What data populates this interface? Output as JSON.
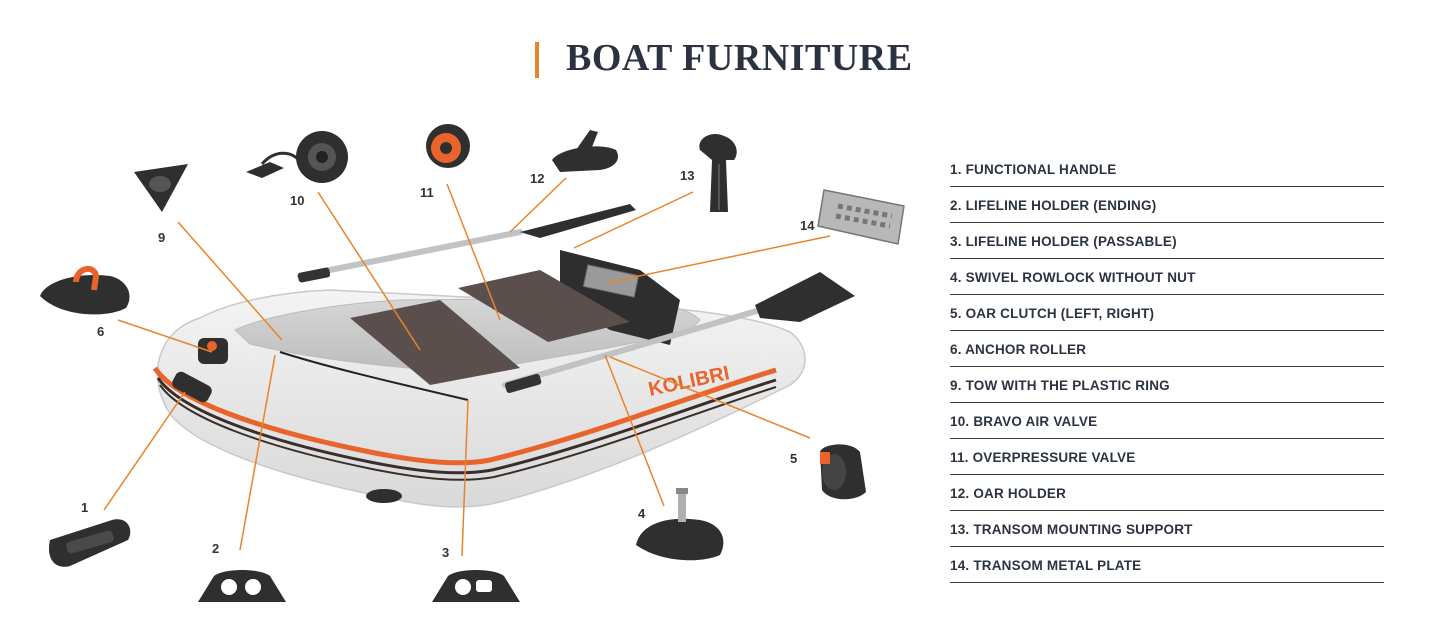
{
  "page": {
    "title": "BOAT FURNITURE",
    "accent_color": "#e8842a",
    "text_color": "#2b3341"
  },
  "brand": "KOLIBRI",
  "callouts": [
    {
      "label": "1",
      "icon": "functional-handle-icon"
    },
    {
      "label": "2",
      "icon": "lifeline-holder-ending-icon"
    },
    {
      "label": "3",
      "icon": "lifeline-holder-passable-icon"
    },
    {
      "label": "4",
      "icon": "swivel-rowlock-icon"
    },
    {
      "label": "5",
      "icon": "oar-clutch-icon"
    },
    {
      "label": "6",
      "icon": "anchor-roller-icon"
    },
    {
      "label": "9",
      "icon": "tow-plastic-ring-icon"
    },
    {
      "label": "10",
      "icon": "bravo-air-valve-icon"
    },
    {
      "label": "11",
      "icon": "overpressure-valve-icon"
    },
    {
      "label": "12",
      "icon": "oar-holder-icon"
    },
    {
      "label": "13",
      "icon": "transom-mounting-support-icon"
    },
    {
      "label": "14",
      "icon": "transom-metal-plate-icon"
    }
  ],
  "legend": [
    "1. FUNCTIONAL HANDLE",
    "2. LIFELINE HOLDER (ENDING)",
    "3. LIFELINE HOLDER (PASSABLE)",
    "4. SWIVEL ROWLOCK WITHOUT NUT",
    "5. OAR CLUTCH (LEFT, RIGHT)",
    "6. ANCHOR ROLLER",
    "9. TOW WITH THE PLASTIC RING",
    "10. BRAVO AIR VALVE",
    "11. OVERPRESSURE VALVE",
    "12. OAR HOLDER",
    "13. TRANSOM MOUNTING SUPPORT",
    "14. TRANSOM METAL PLATE"
  ]
}
